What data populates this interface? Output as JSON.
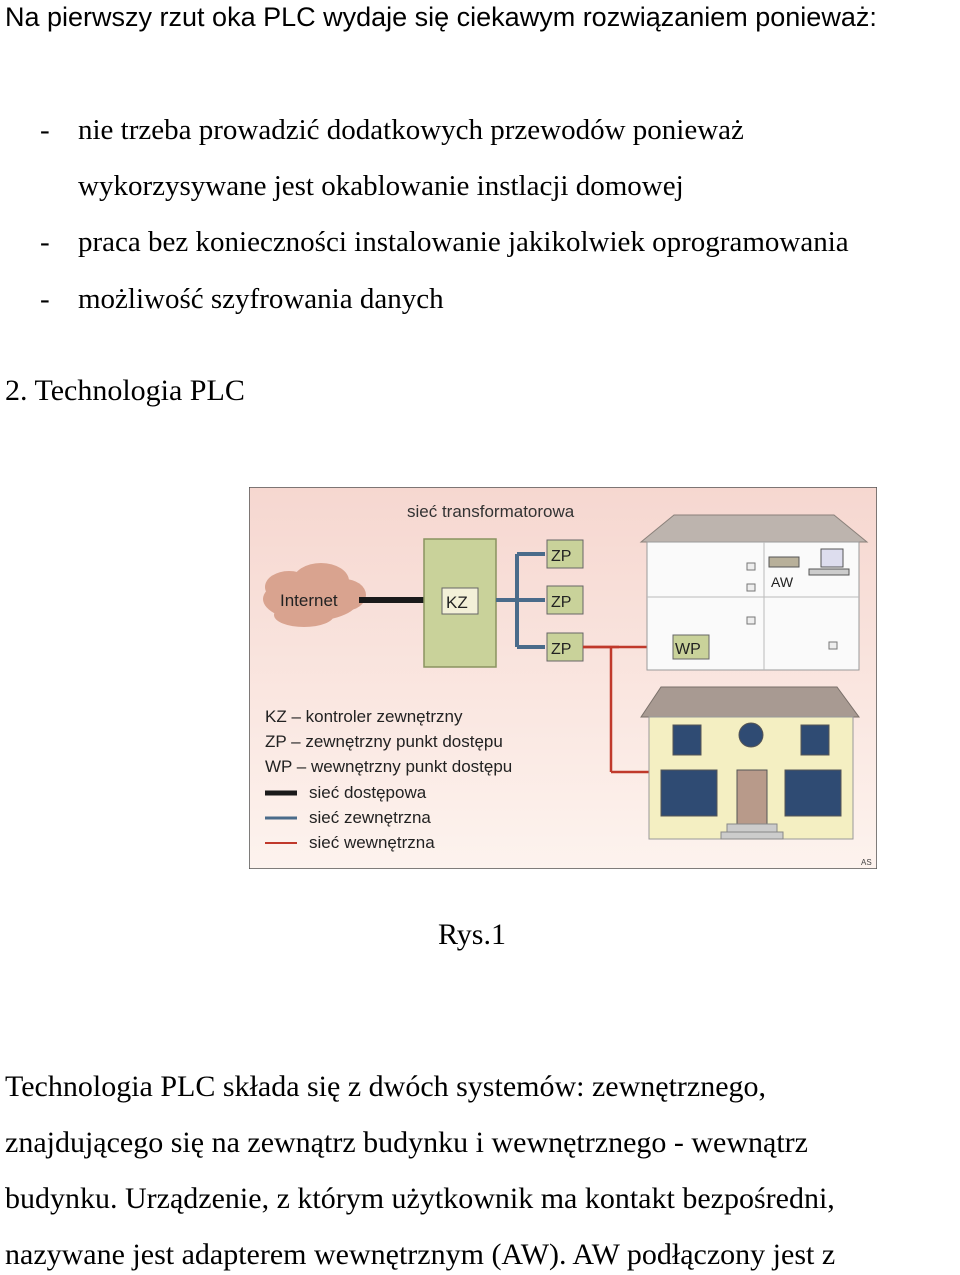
{
  "intro": "Na pierwszy rzut oka PLC wydaje się ciekawym rozwiązaniem ponieważ:",
  "bullets": [
    {
      "dash": "-",
      "lines": [
        "nie trzeba prowadzić dodatkowych przewodów ponieważ",
        "wykorzysywane jest okablowanie instlacji domowej"
      ]
    },
    {
      "dash": "-",
      "lines": [
        "praca bez konieczności instalowanie jakikolwiek oprogramowania"
      ]
    },
    {
      "dash": "-",
      "lines": [
        "możliwość szyfrowania danych"
      ]
    }
  ],
  "section_title": "2. Technologia PLC",
  "figure": {
    "title": "sieć transformatorowa",
    "internet": "Internet",
    "kz": "KZ",
    "zp": [
      "ZP",
      "ZP",
      "ZP"
    ],
    "wp": "WP",
    "aw": "AW",
    "legend_defs": [
      "KZ – kontroler zewnętrzny",
      "ZP – zewnętrzny punkt dostępu",
      "WP – wewnętrzny punkt dostępu"
    ],
    "legend_lines": [
      {
        "label": "sieć dostępowa",
        "color": "#1a1a1a"
      },
      {
        "label": "sieć zewnętrzna",
        "color": "#4a6b8a"
      },
      {
        "label": "sieć wewnętrzna",
        "color": "#c0392b"
      }
    ],
    "credit": "AS",
    "colors": {
      "bg_top": "#f6d7d0",
      "bg_bottom": "#fdf3ee",
      "kz_box": "#c9d29a",
      "house_wall": "#f4efc2",
      "roof": "#a89a92"
    }
  },
  "caption": "Rys.1",
  "paragraph": [
    "Technologia PLC składa się z dwóch systemów: zewnętrznego,",
    "znajdującego się na zewnątrz budynku i wewnętrznego - wewnątrz",
    "budynku. Urządzenie, z którym użytkownik ma kontakt bezpośredni,",
    "nazywane jest adapterem wewnętrznym (AW). AW podłączony jest z"
  ]
}
